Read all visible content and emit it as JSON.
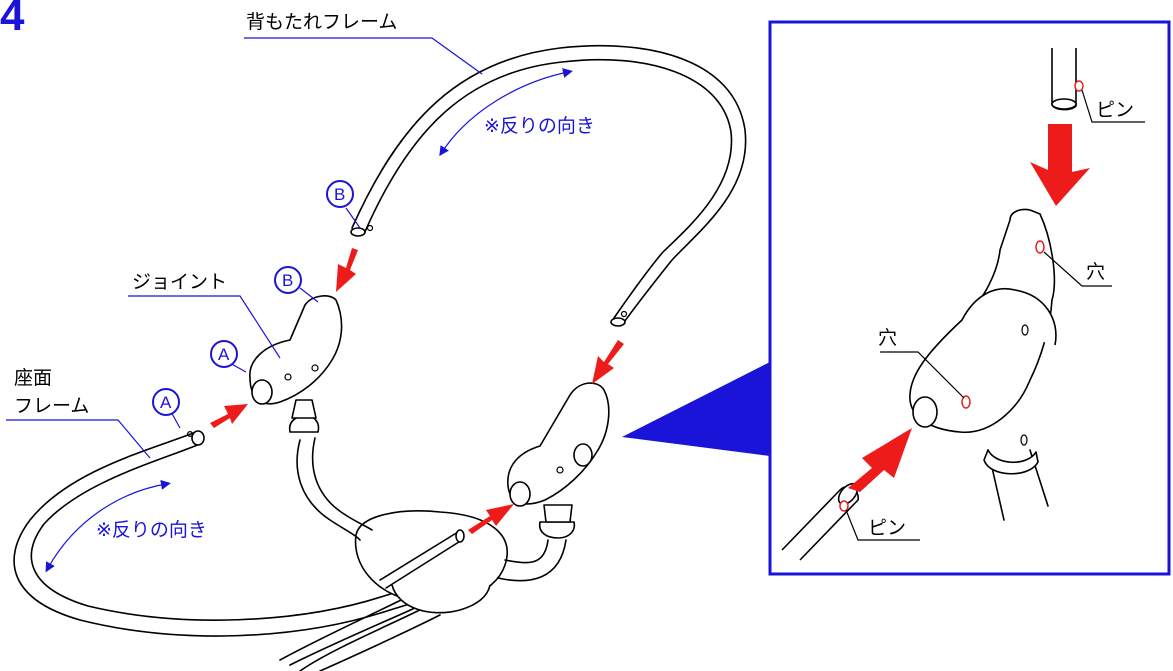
{
  "step_number": "4",
  "labels": {
    "backrest_frame": "背もたれフレーム",
    "joint": "ジョイント",
    "seat_frame_line1": "座面",
    "seat_frame_line2": "フレーム",
    "warp_direction_top": "※反りの向き",
    "warp_direction_bottom": "※反りの向き",
    "marker_a": "A",
    "marker_b": "B"
  },
  "detail": {
    "pin_top": "ピン",
    "pin_bottom": "ピン",
    "hole_right": "穴",
    "hole_left": "穴"
  },
  "colors": {
    "accent_blue": "#1a14d9",
    "arrow_red": "#ee1b1b",
    "hole_red": "#e0201f"
  }
}
